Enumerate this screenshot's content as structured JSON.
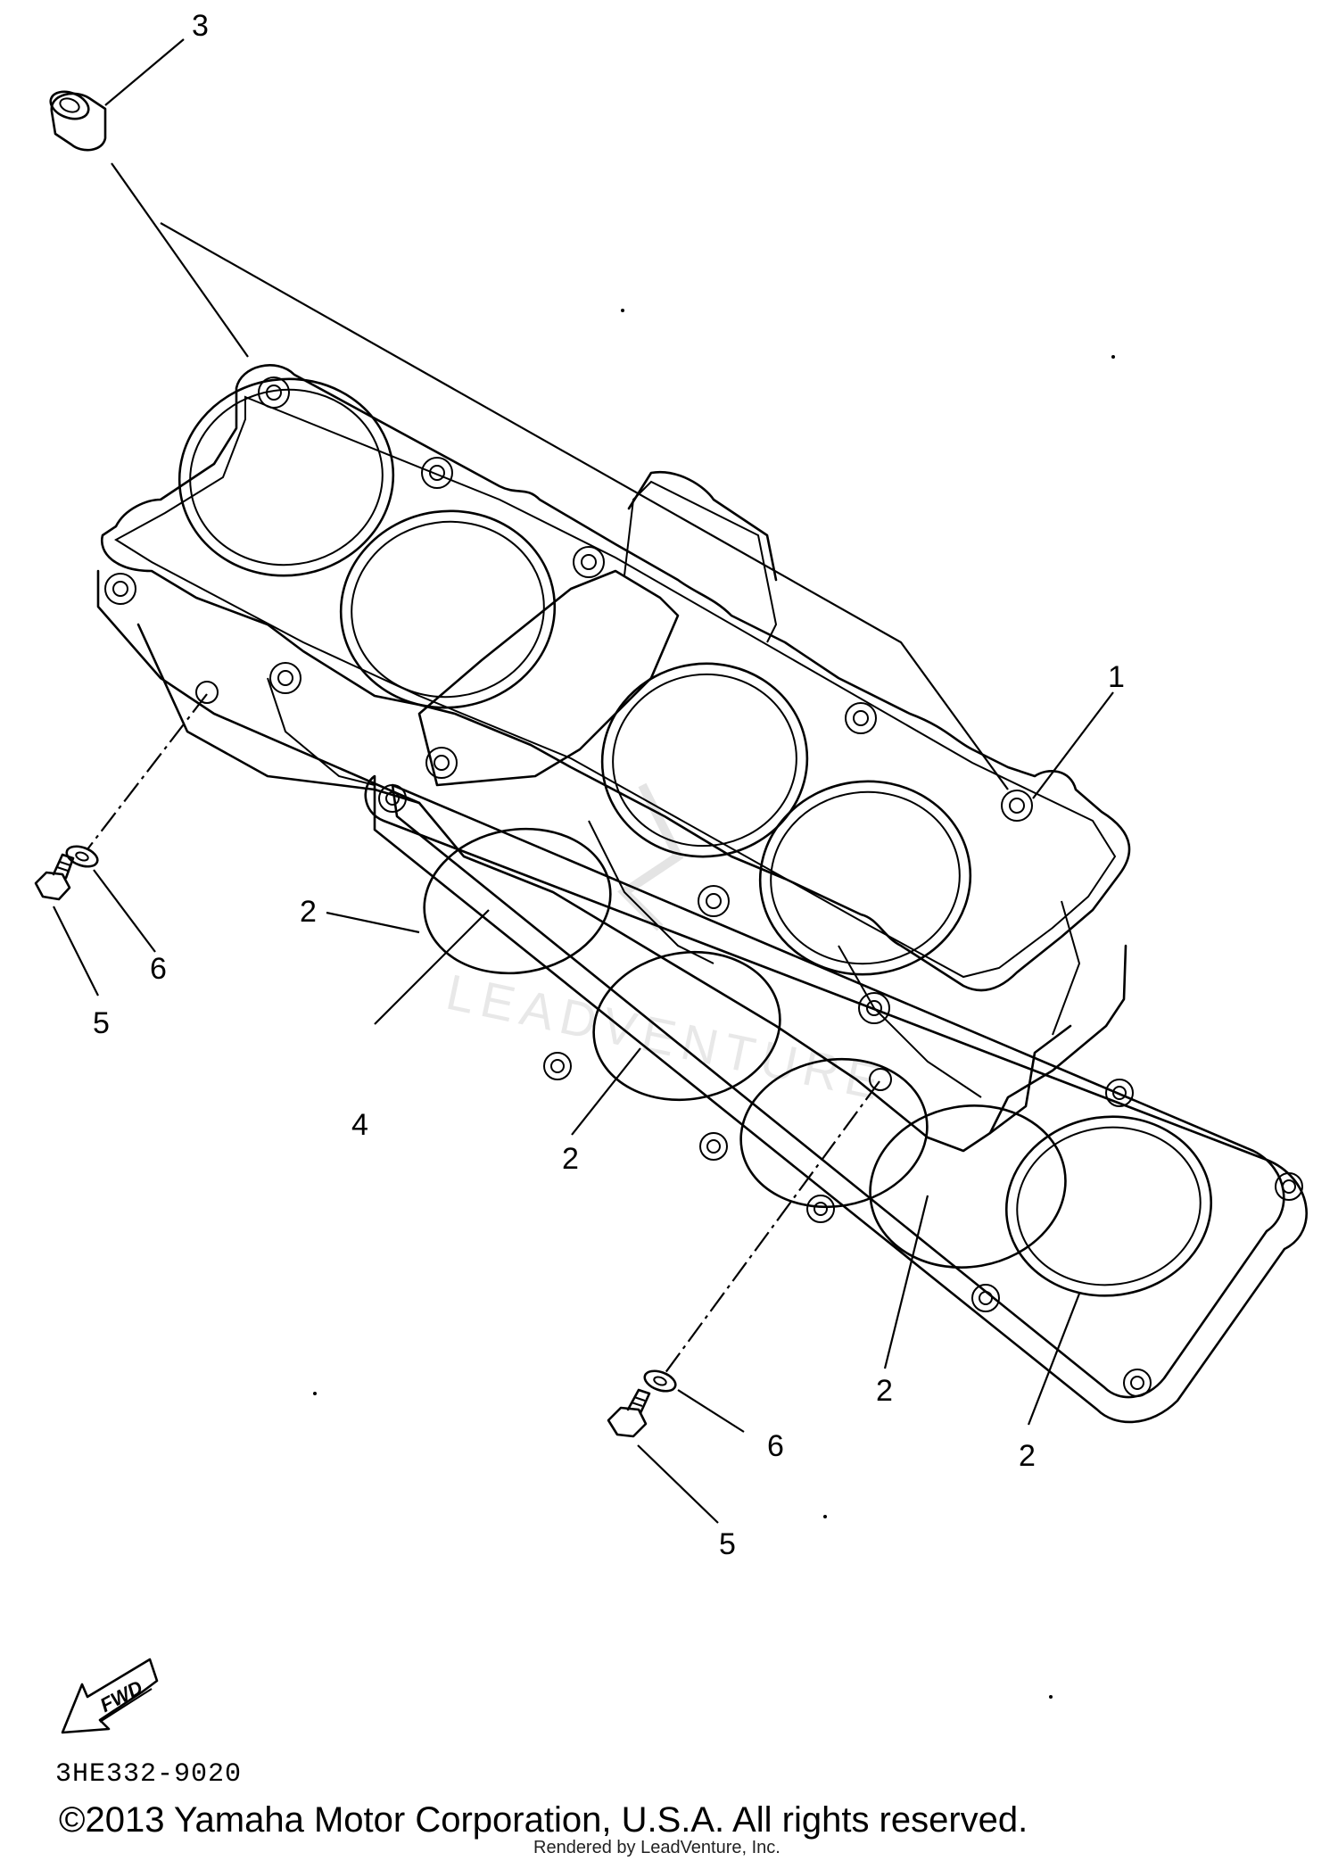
{
  "diagram": {
    "callouts": {
      "c1": "1",
      "c2a": "2",
      "c2b": "2",
      "c2c": "2",
      "c2d": "2",
      "c3": "3",
      "c4": "4",
      "c5a": "5",
      "c5b": "5",
      "c6a": "6",
      "c6b": "6"
    },
    "fwd_label": "FWD"
  },
  "footer": {
    "part_number": "3HE332-9020",
    "copyright": "©2013 Yamaha Motor Corporation, U.S.A. All rights reserved.",
    "rendered_by": "Rendered by LeadVenture, Inc."
  }
}
